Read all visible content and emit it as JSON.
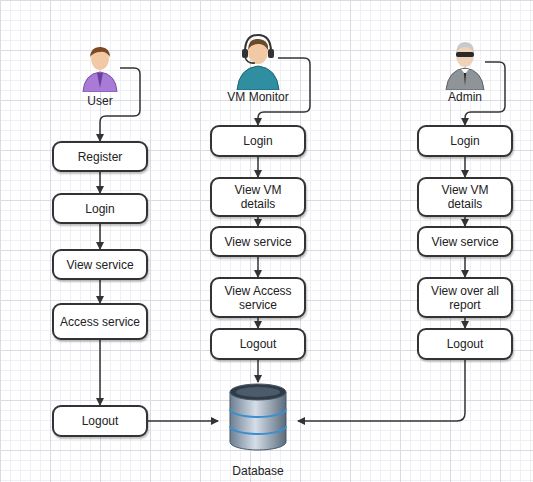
{
  "diagram": {
    "nodes": [
      {
        "text": [
          "User"
        ]
      },
      {
        "text": [
          "Register"
        ]
      },
      {
        "text": [
          "Login"
        ]
      },
      {
        "text": [
          "View service"
        ]
      },
      {
        "text": [
          "Access service"
        ]
      },
      {
        "text": [
          "Logout"
        ]
      },
      {
        "text": [
          "VM Monitor"
        ]
      },
      {
        "text": [
          "Login"
        ]
      },
      {
        "text": [
          "View VM details"
        ]
      },
      {
        "text": [
          "View service"
        ]
      },
      {
        "text": [
          "View Access service"
        ]
      },
      {
        "text": [
          "Logout"
        ]
      },
      {
        "text": [
          "Admin"
        ]
      },
      {
        "text": [
          "Login"
        ]
      },
      {
        "text": [
          "View VM details"
        ]
      },
      {
        "text": [
          "View service"
        ]
      },
      {
        "text": [
          "View over all report"
        ]
      },
      {
        "text": [
          "Logout"
        ]
      },
      {
        "text": [
          "Database"
        ]
      }
    ],
    "edges": [
      {
        "from": 0,
        "to": 1,
        "arrow": "to"
      },
      {
        "from": 1,
        "to": 2,
        "arrow": "to"
      },
      {
        "from": 2,
        "to": 3,
        "arrow": "to"
      },
      {
        "from": 3,
        "to": 4,
        "arrow": "to"
      },
      {
        "from": 4,
        "to": 5,
        "arrow": "to"
      },
      {
        "from": 5,
        "to": 18,
        "arrow": "to"
      },
      {
        "from": 6,
        "to": 7,
        "arrow": "to"
      },
      {
        "from": 7,
        "to": 8,
        "arrow": "to"
      },
      {
        "from": 8,
        "to": 9,
        "arrow": "to"
      },
      {
        "from": 9,
        "to": 10,
        "arrow": "to"
      },
      {
        "from": 10,
        "to": 11,
        "arrow": "to"
      },
      {
        "from": 11,
        "to": 18,
        "arrow": "to"
      },
      {
        "from": 12,
        "to": 13,
        "arrow": "to"
      },
      {
        "from": 13,
        "to": 14,
        "arrow": "to"
      },
      {
        "from": 14,
        "to": 15,
        "arrow": "to"
      },
      {
        "from": 15,
        "to": 16,
        "arrow": "to"
      },
      {
        "from": 16,
        "to": 17,
        "arrow": "to"
      },
      {
        "from": 17,
        "to": 18,
        "arrow": "to"
      }
    ]
  }
}
